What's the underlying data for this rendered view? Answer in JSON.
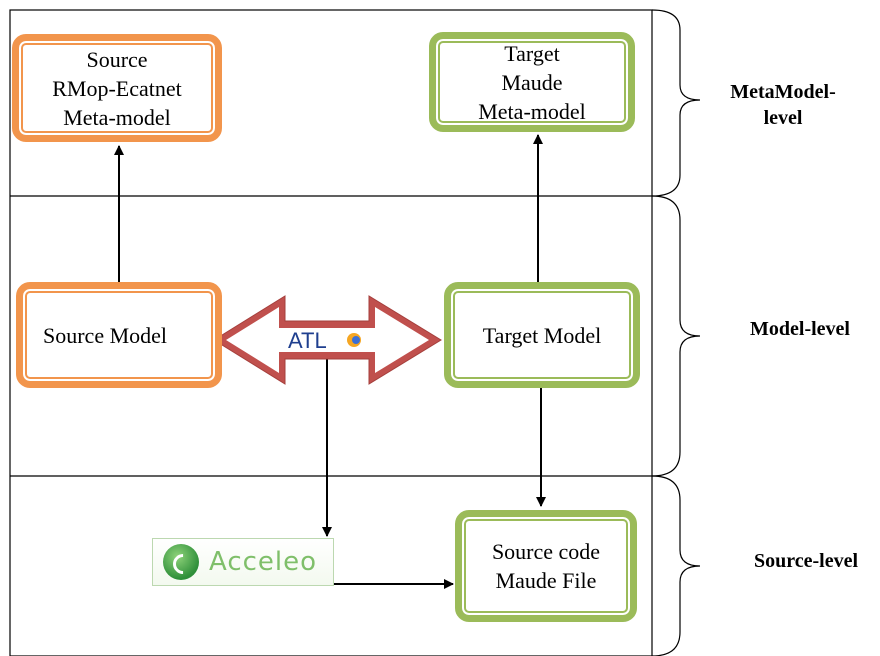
{
  "boxes": {
    "source_meta": {
      "lines": [
        "Source",
        "RMop-Ecatnet",
        "Meta-model"
      ]
    },
    "target_meta": {
      "lines": [
        "Target",
        "Maude",
        "Meta-model"
      ]
    },
    "source_model": {
      "label": "Source Model"
    },
    "target_model": {
      "label": "Target Model"
    },
    "source_code": {
      "lines": [
        "Source code",
        "Maude File"
      ]
    }
  },
  "levels": {
    "metamodel": {
      "lines": [
        "MetaModel-",
        "level"
      ]
    },
    "model": {
      "label": "Model-level"
    },
    "source": {
      "label": "Source-level"
    }
  },
  "logos": {
    "atl": "ATL",
    "acceleo": "Acceleo"
  },
  "colors": {
    "source_border": "#f2954c",
    "target_border": "#9bbb59",
    "atl_arrow": "#c0504d",
    "atl_text": "#1f3f8f"
  }
}
